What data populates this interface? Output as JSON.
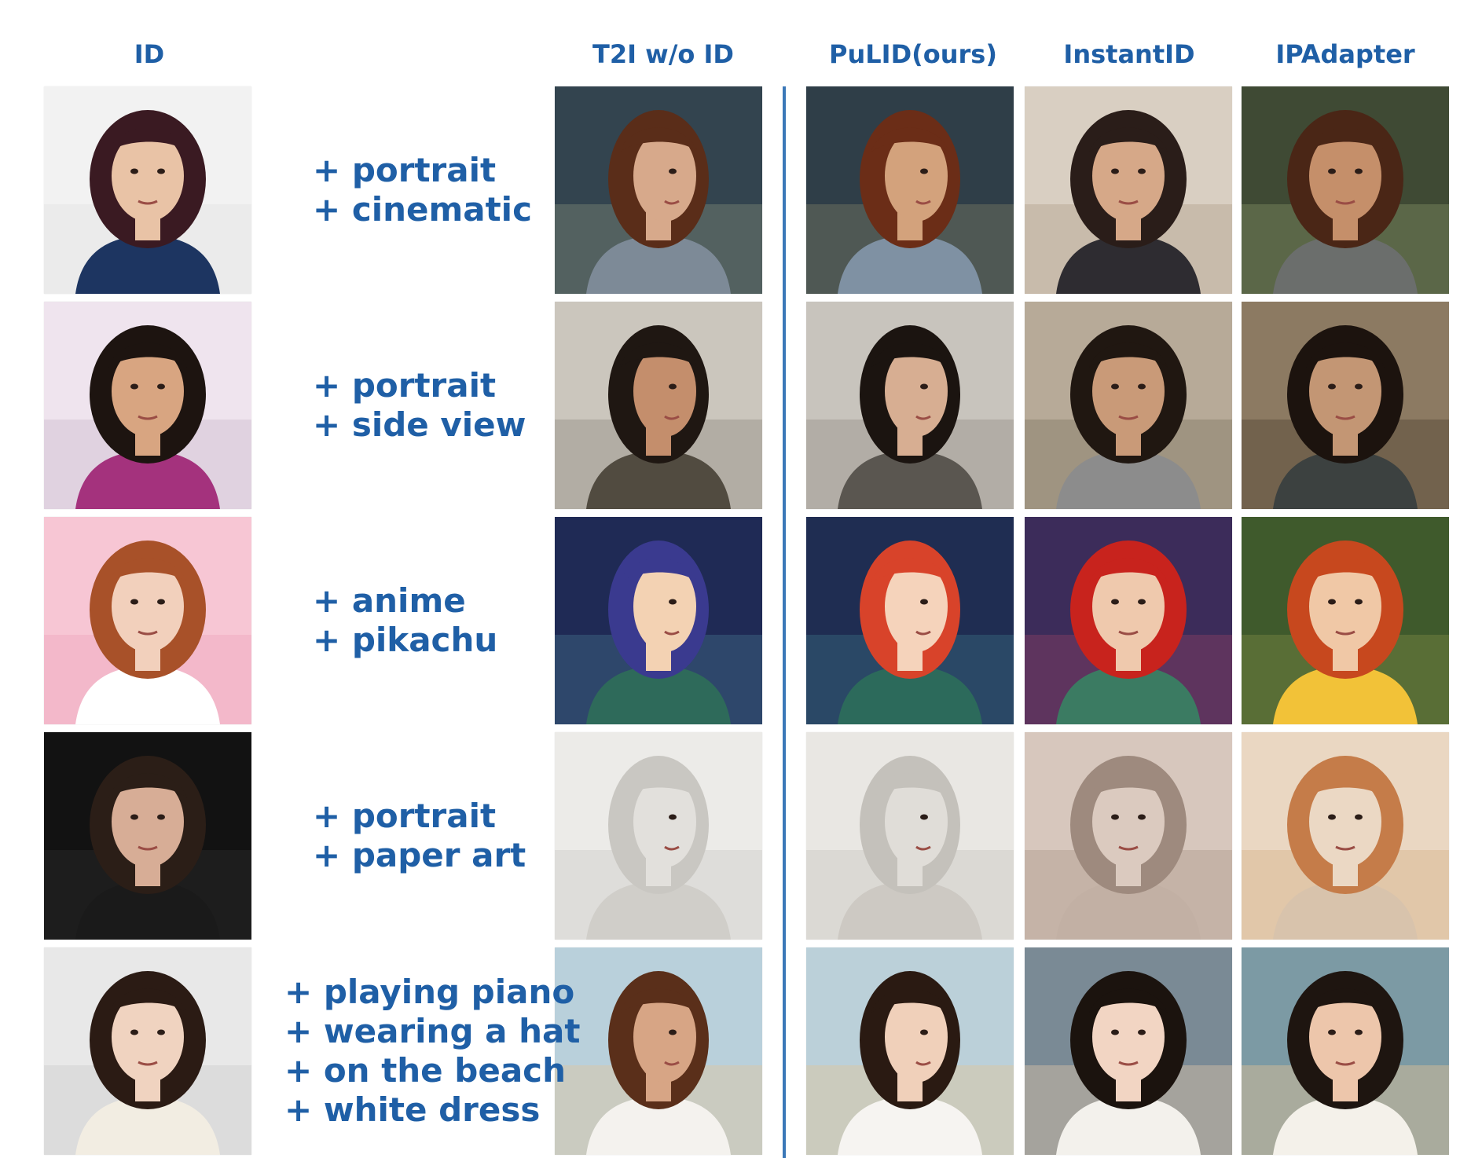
{
  "headers": {
    "id": "ID",
    "t2i": "T2I w/o ID",
    "pulid": "PuLID(ours)",
    "instantid": "InstantID",
    "ipadapter": "IPAdapter"
  },
  "rows": [
    {
      "prompt": [
        "+ portrait",
        "+ cinematic"
      ],
      "palette": {
        "id": {
          "bg1": "#f2f2f2",
          "bg2": "#e6e6e6",
          "hair": "#3a1a22",
          "skin": "#e9c3a6",
          "cloth": "#1d3561"
        },
        "t2i": {
          "bg1": "#33444f",
          "bg2": "#6d7a70",
          "hair": "#5a2d19",
          "skin": "#d7a98b",
          "cloth": "#7d8a97"
        },
        "pulid": {
          "bg1": "#2f3e48",
          "bg2": "#6a6d5f",
          "hair": "#6b2d17",
          "skin": "#d3a27c",
          "cloth": "#7f91a3"
        },
        "instantid": {
          "bg1": "#d9cfc2",
          "bg2": "#b9ab99",
          "hair": "#2a1d19",
          "skin": "#d6a888",
          "cloth": "#2e2c31"
        },
        "ipadapter": {
          "bg1": "#3f4a34",
          "bg2": "#72805a",
          "hair": "#4a2616",
          "skin": "#c58f6a",
          "cloth": "#6b6e6c"
        }
      }
    },
    {
      "prompt": [
        "+ portrait",
        "+ side view"
      ],
      "palette": {
        "id": {
          "bg1": "#efe4ee",
          "bg2": "#d4c2d5",
          "hair": "#1d1410",
          "skin": "#d8a581",
          "cloth": "#a4327d"
        },
        "t2i": {
          "bg1": "#cbc6bd",
          "bg2": "#9f9990",
          "hair": "#1f1712",
          "skin": "#c48e6c",
          "cloth": "#514b40"
        },
        "pulid": {
          "bg1": "#c8c4bd",
          "bg2": "#a19b94",
          "hair": "#1b1410",
          "skin": "#d7ae92",
          "cloth": "#5a5650"
        },
        "instantid": {
          "bg1": "#b7aa98",
          "bg2": "#8d8170",
          "hair": "#201711",
          "skin": "#c99a78",
          "cloth": "#8c8c8c"
        },
        "ipadapter": {
          "bg1": "#8c7a62",
          "bg2": "#5c4e3d",
          "hair": "#1c130e",
          "skin": "#c39674",
          "cloth": "#3c4140"
        }
      }
    },
    {
      "prompt": [
        "+ anime",
        "+ pikachu"
      ],
      "palette": {
        "id": {
          "bg1": "#f7c6d4",
          "bg2": "#f0adc1",
          "hair": "#a85129",
          "skin": "#f2d0bc",
          "cloth": "#ffffff"
        },
        "t2i": {
          "bg1": "#1f2a55",
          "bg2": "#3b5e7e",
          "hair": "#3a3a8f",
          "skin": "#f3d2b3",
          "cloth": "#2e6a5a"
        },
        "pulid": {
          "bg1": "#1f2d52",
          "bg2": "#335f77",
          "hair": "#d8432a",
          "skin": "#f5d3bb",
          "cloth": "#2c6a5b"
        },
        "instantid": {
          "bg1": "#3c2c5a",
          "bg2": "#7a3c62",
          "hair": "#c8231d",
          "skin": "#efc9ad",
          "cloth": "#3b7b62"
        },
        "ipadapter": {
          "bg1": "#3f5a2c",
          "bg2": "#6f8040",
          "hair": "#c7481e",
          "skin": "#f0c8a6",
          "cloth": "#f2c238"
        }
      }
    },
    {
      "prompt": [
        "+ portrait",
        "+ paper art"
      ],
      "palette": {
        "id": {
          "bg1": "#121212",
          "bg2": "#262626",
          "hair": "#2b1e17",
          "skin": "#d7ad96",
          "cloth": "#1a1a1a"
        },
        "t2i": {
          "bg1": "#ecebe8",
          "bg2": "#d4d2cd",
          "hair": "#c9c7c2",
          "skin": "#e2e0dc",
          "cloth": "#d0cec9"
        },
        "pulid": {
          "bg1": "#e9e7e3",
          "bg2": "#d0cdc8",
          "hair": "#c4c1bb",
          "skin": "#e0ddd8",
          "cloth": "#cdc9c3"
        },
        "instantid": {
          "bg1": "#d7c7bd",
          "bg2": "#b6a396",
          "hair": "#9e8a7e",
          "skin": "#dbcabf",
          "cloth": "#c2b0a4"
        },
        "ipadapter": {
          "bg1": "#ead7c2",
          "bg2": "#d9b996",
          "hair": "#c57c49",
          "skin": "#ebd8c4",
          "cloth": "#d8c3ac"
        }
      }
    },
    {
      "prompt": [
        "+ playing piano",
        "+ wearing a hat",
        "+ on the beach",
        "+ white dress"
      ],
      "palette": {
        "id": {
          "bg1": "#e8e8e8",
          "bg2": "#d2d2d2",
          "hair": "#2b1b14",
          "skin": "#f0d3c0",
          "cloth": "#f2ede2"
        },
        "t2i": {
          "bg1": "#b9d0db",
          "bg2": "#d9c7a9",
          "hair": "#5a2f1a",
          "skin": "#d7a585",
          "cloth": "#f4f2ee"
        },
        "pulid": {
          "bg1": "#bbd0d9",
          "bg2": "#d8c6a6",
          "hair": "#2a1a12",
          "skin": "#f0d0ba",
          "cloth": "#f6f4f1"
        },
        "instantid": {
          "bg1": "#7a8a95",
          "bg2": "#c8b8a4",
          "hair": "#1b130e",
          "skin": "#f2d5c3",
          "cloth": "#f3f1ec"
        },
        "ipadapter": {
          "bg1": "#7c9aa4",
          "bg2": "#cdb998",
          "hair": "#1e1510",
          "skin": "#edc6ab",
          "cloth": "#f4f1ea"
        }
      }
    }
  ]
}
